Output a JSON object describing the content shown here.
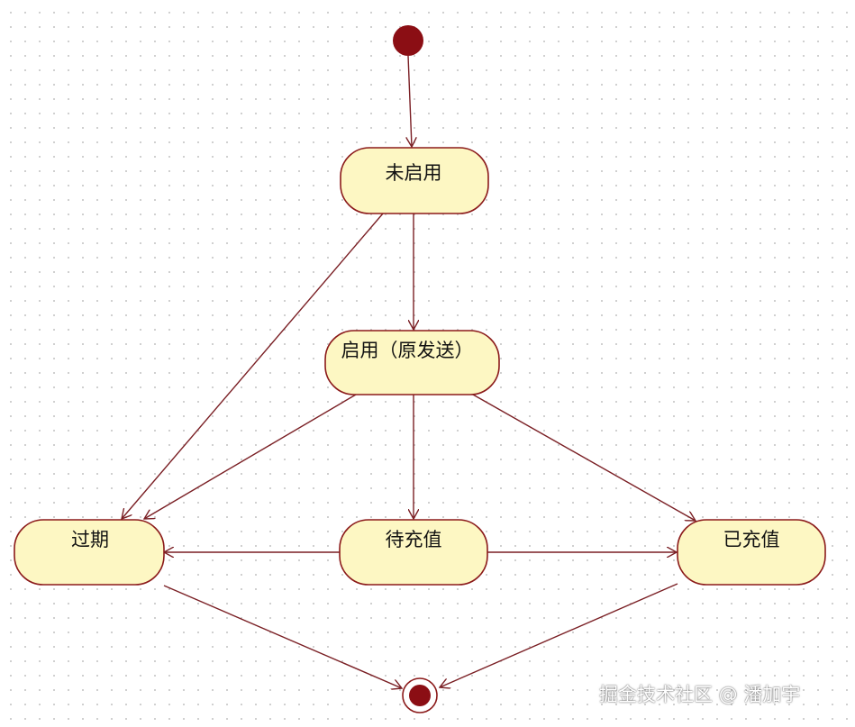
{
  "states": {
    "not_enabled": "未启用",
    "enabled": "启用（原发送）",
    "pending_recharge": "待充值",
    "expired": "过期",
    "recharged": "已充值"
  },
  "watermark": "掘金技术社区 @ 潘加宇",
  "colors": {
    "state_fill": "#fdf7c3",
    "state_stroke": "#8b1a1a",
    "arrow": "#7a1f24",
    "initial_node": "#8b0e14"
  }
}
